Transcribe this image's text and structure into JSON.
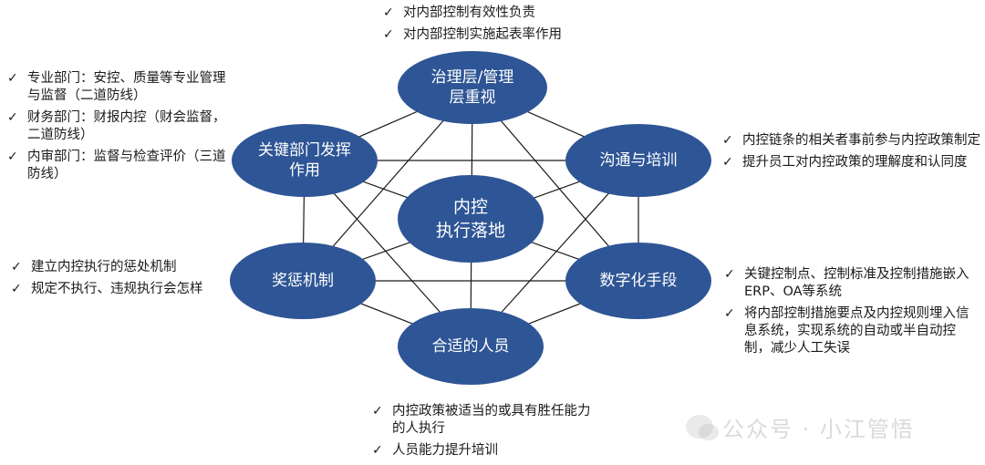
{
  "nodes": {
    "governance": "治理层/管理\n层重视",
    "communication": "沟通与培训",
    "digital": "数字化手段",
    "personnel": "合适的人员",
    "reward": "奖惩机制",
    "key_departments": "关键部门发挥\n作用",
    "center": "内控\n执行落地"
  },
  "notes": {
    "governance": [
      "对内部控制有效性负责",
      "对内部控制实施起表率作用"
    ],
    "key_departments": [
      "专业部门：安控、质量等专业管理与监督（二道防线）",
      "财务部门：财报内控（财会监督，二道防线）",
      "内审部门：监督与检查评价（三道防线）"
    ],
    "communication": [
      "内控链条的相关者事前参与内控政策制定",
      "提升员工对内控政策的理解度和认同度"
    ],
    "reward": [
      "建立内控执行的惩处机制",
      "规定不执行、违规执行会怎样"
    ],
    "digital": [
      "关键控制点、控制标准及控制措施嵌入ERP、OA等系统",
      "将内部控制措施要点及内控规则埋入信息系统，实现系统的自动或半自动控制，减少人工失误"
    ],
    "personnel": [
      "内控政策被适当的或具有胜任能力的人执行",
      "人员能力提升培训"
    ]
  },
  "check_mark": "✓",
  "watermark": "公众号 · 小江管悟",
  "colors": {
    "node_fill": "#2e5595",
    "line": "#1a1a1a",
    "text": "#1a1a1a"
  }
}
